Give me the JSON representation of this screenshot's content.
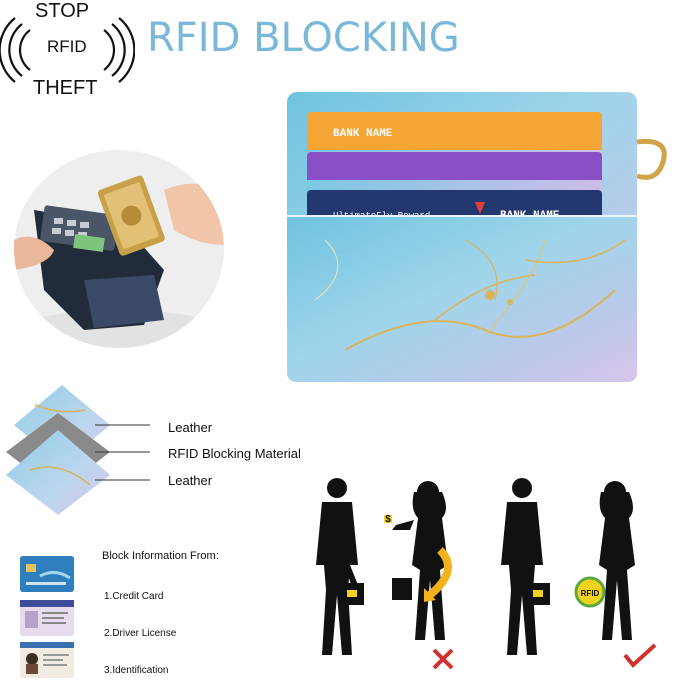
{
  "badge": {
    "top": "STOP",
    "middle": "RFID",
    "bottom": "THEFT"
  },
  "title": "RFID BLOCKING",
  "wallet": {
    "card1_label": "BANK NAME",
    "card2_label": "UltimateFly Reward",
    "card3_label": "BANK NAME"
  },
  "layers": {
    "top": "Leather",
    "middle": "RFID Blocking Material",
    "bottom": "Leather"
  },
  "info": {
    "heading": "Block Information From:",
    "items": [
      "1.Credit Card",
      "2.Driver License",
      "3.Identification"
    ]
  },
  "scene": {
    "left_chip": "$",
    "right_chip": "RFID"
  },
  "colors": {
    "title": "#79b8d8",
    "wallet_blue": "#8fcde6",
    "wallet_purple": "#c8b6e0",
    "gold": "#d9b45a",
    "card_orange": "#f4a534",
    "card_purple": "#8a4fc4",
    "card_navy": "#23386f",
    "fail_red": "#d0312d",
    "pass_red": "#d0312d",
    "chip_yellow": "#f3d21c"
  }
}
